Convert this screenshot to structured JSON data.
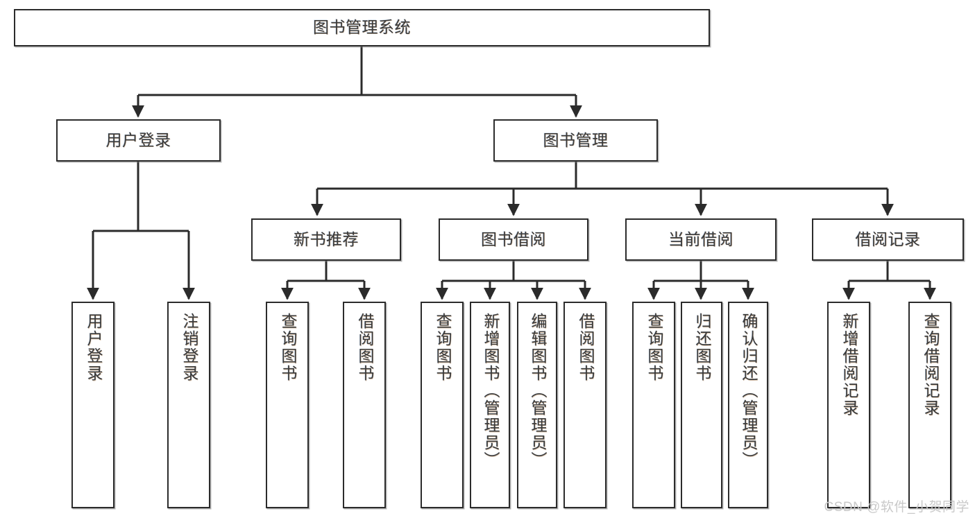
{
  "diagram": {
    "type": "tree",
    "title": "图书管理系统",
    "colors": {
      "background": "#ffffff",
      "node_border": "#2b2b2b",
      "node_fill": "#ffffff",
      "edge": "#2b2b2b",
      "text": "#3a3a3a",
      "watermark": "#c9c9c9"
    },
    "root": {
      "label": "图书管理系统"
    },
    "level2": [
      {
        "label": "用户登录"
      },
      {
        "label": "图书管理"
      }
    ],
    "level3": [
      {
        "label": "新书推荐"
      },
      {
        "label": "图书借阅"
      },
      {
        "label": "当前借阅"
      },
      {
        "label": "借阅记录"
      }
    ],
    "leaves": {
      "user_login": [
        {
          "label": "用户登录"
        },
        {
          "label": "注销登录"
        }
      ],
      "new_book_recommend": [
        {
          "label": "查询图书"
        },
        {
          "label": "借阅图书"
        }
      ],
      "book_borrow": [
        {
          "label": "查询图书"
        },
        {
          "label": "新增图书（管理员）"
        },
        {
          "label": "编辑图书（管理员）"
        },
        {
          "label": "借阅图书"
        }
      ],
      "current_borrow": [
        {
          "label": "查询图书"
        },
        {
          "label": "归还图书"
        },
        {
          "label": "确认归还（管理员）"
        }
      ],
      "borrow_record": [
        {
          "label": "新增借阅记录"
        },
        {
          "label": "查询借阅记录"
        }
      ]
    },
    "watermark": "CSDN @软件_小贺同学"
  }
}
